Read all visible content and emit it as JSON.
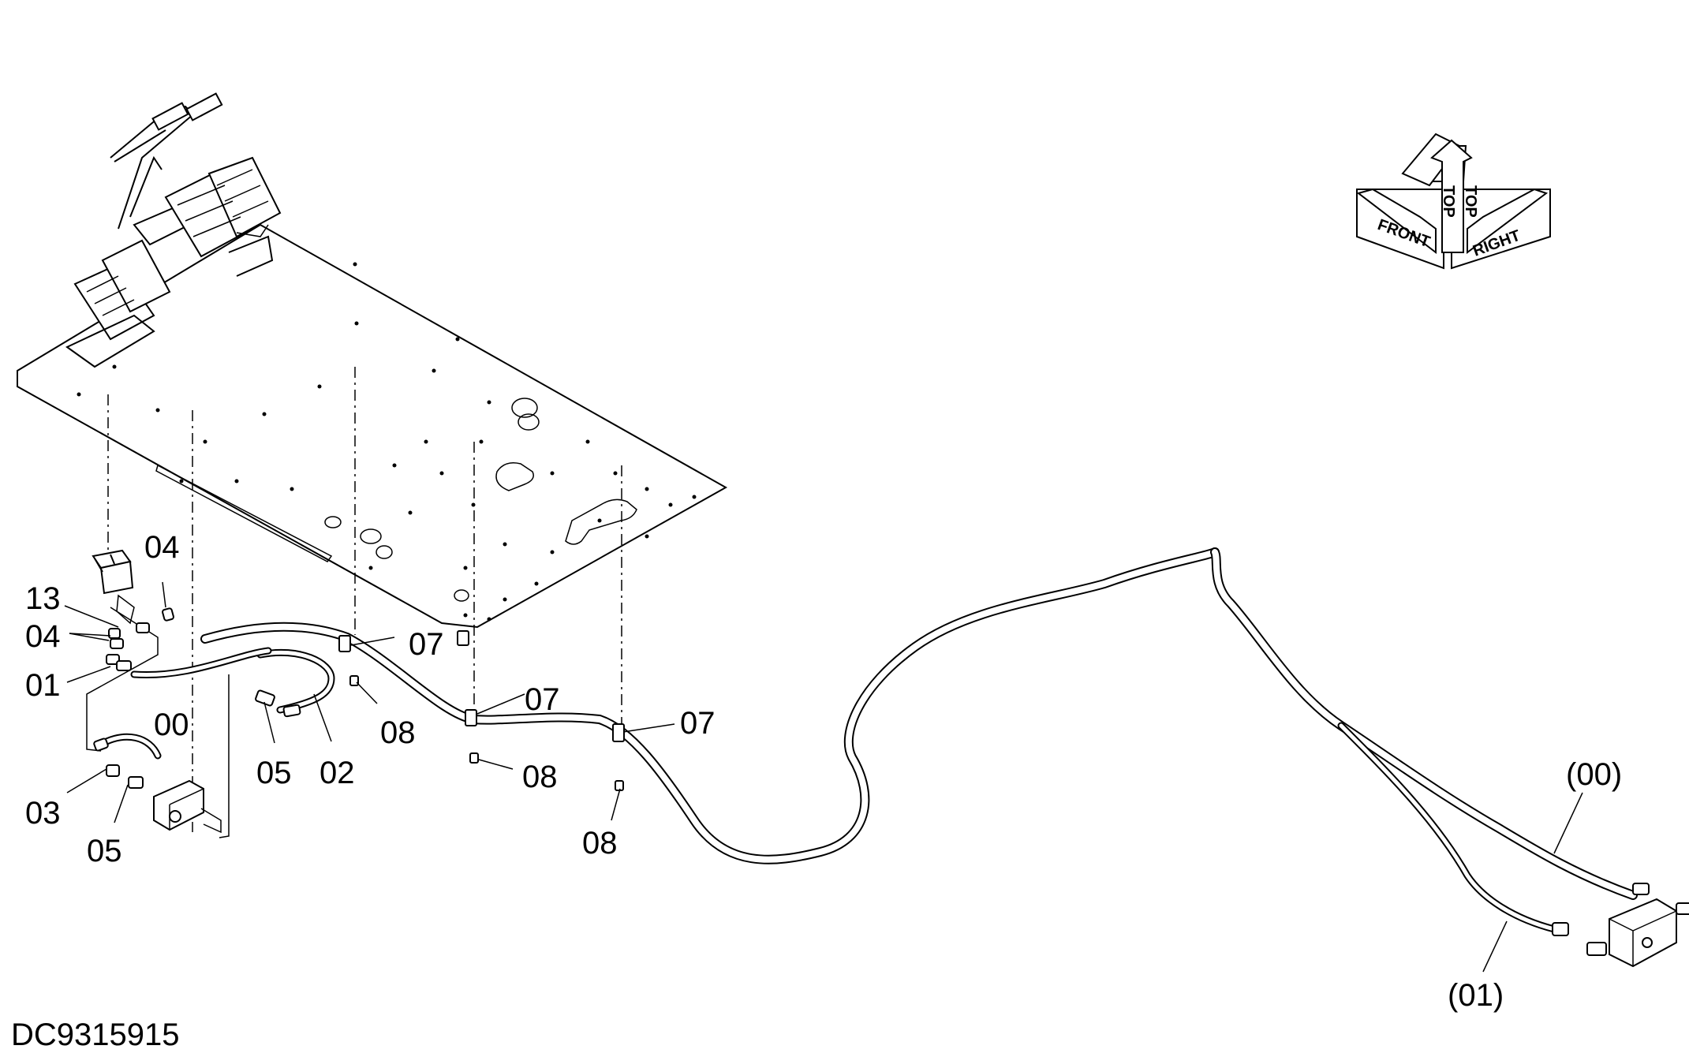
{
  "drawing_number": "DC9315915",
  "orientation": {
    "front": "FRONT",
    "top_left": "TOP",
    "top_right": "TOP",
    "right": "RIGHT"
  },
  "part_labels": {
    "l04_top": "04",
    "l13": "13",
    "l04_left": "04",
    "l01": "01",
    "l00": "00",
    "l03": "03",
    "l05_bottom": "05",
    "l05_mid": "05",
    "l02": "02",
    "l07_a": "07",
    "l08_a": "08",
    "l07_b": "07",
    "l08_b": "08",
    "l07_c": "07",
    "l08_c": "08",
    "l00_paren": "(00)",
    "l01_paren": "(01)"
  }
}
